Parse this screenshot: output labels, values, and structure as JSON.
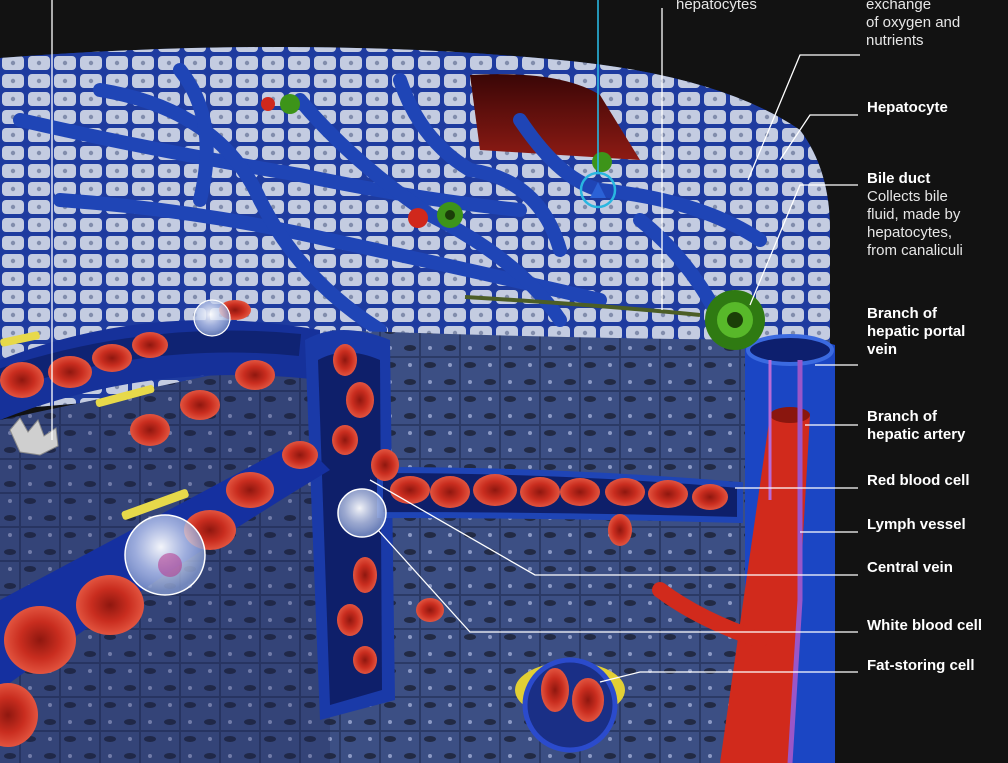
{
  "diagram": {
    "top_fragments": {
      "center": "hepatocytes",
      "right": [
        "exchange",
        "of oxygen and",
        "nutrients"
      ]
    },
    "labels": [
      {
        "id": "hepatocyte",
        "title": "Hepatocyte"
      },
      {
        "id": "bile-duct",
        "title": "Bile duct",
        "desc": [
          "Collects bile",
          "fluid, made by",
          "hepatocytes,",
          "from canaliculi"
        ]
      },
      {
        "id": "portal-vein",
        "title": [
          "Branch of",
          "hepatic portal",
          "vein"
        ]
      },
      {
        "id": "hepatic-artery",
        "title": [
          "Branch of",
          "hepatic artery"
        ]
      },
      {
        "id": "red-blood-cell",
        "title": "Red blood cell"
      },
      {
        "id": "lymph-vessel",
        "title": "Lymph vessel"
      },
      {
        "id": "central-vein",
        "title": "Central vein"
      },
      {
        "id": "white-blood-cell",
        "title": "White blood cell"
      },
      {
        "id": "fat-storing-cell",
        "title": "Fat-storing cell"
      }
    ],
    "colors": {
      "background": "#121212",
      "hepatocyte": "#d7dde8",
      "sinusoid": "#1d3fa6",
      "red_cell": "#c0291b",
      "bile_duct": "#3a8a19",
      "fat_cell": "#e4d43c",
      "leader_line": "#ffffff",
      "highlight_line": "#29b6e0"
    }
  }
}
